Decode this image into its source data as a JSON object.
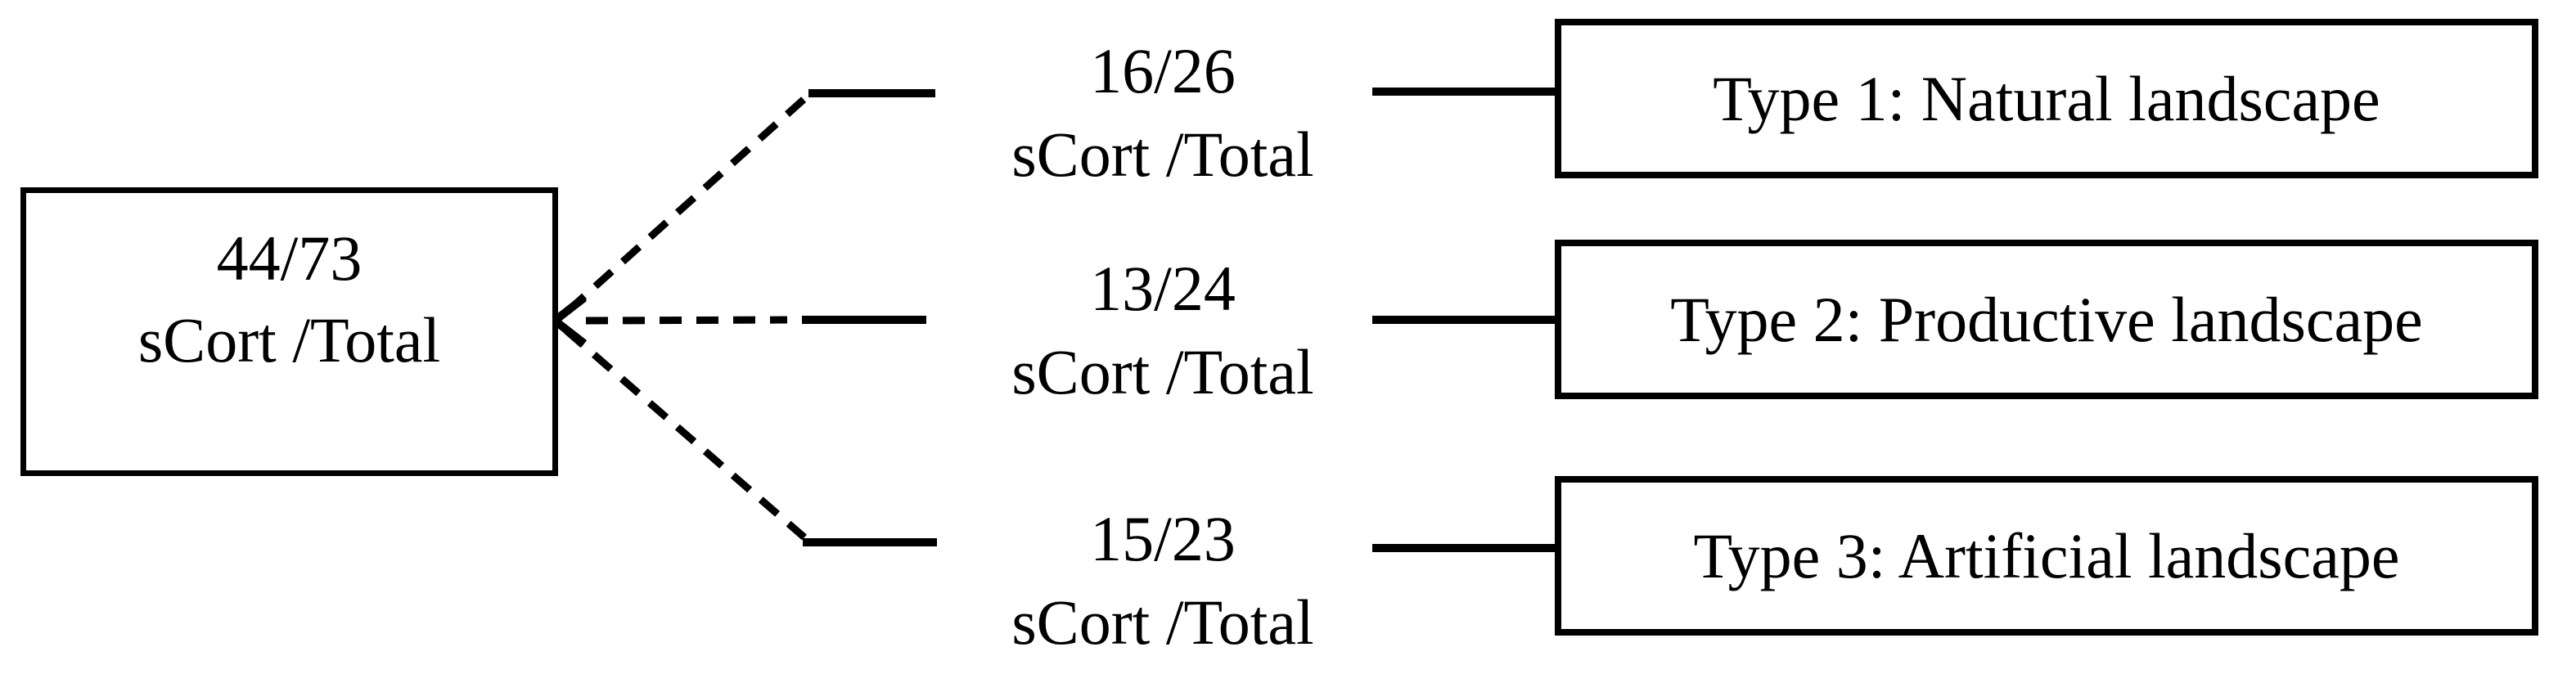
{
  "figure": {
    "background_color": "#ffffff",
    "line_color": "#000000",
    "source": {
      "ratio": "44/73",
      "unit": "sCort /Total"
    },
    "branches": [
      {
        "ratio": "16/26",
        "unit": "sCort /Total",
        "type_label": "Type 1: Natural landscape"
      },
      {
        "ratio": "13/24",
        "unit": "sCort /Total",
        "type_label": "Type 2: Productive landscape"
      },
      {
        "ratio": "15/23",
        "unit": "sCort /Total",
        "type_label": "Type 3: Artificial landscape"
      }
    ]
  }
}
